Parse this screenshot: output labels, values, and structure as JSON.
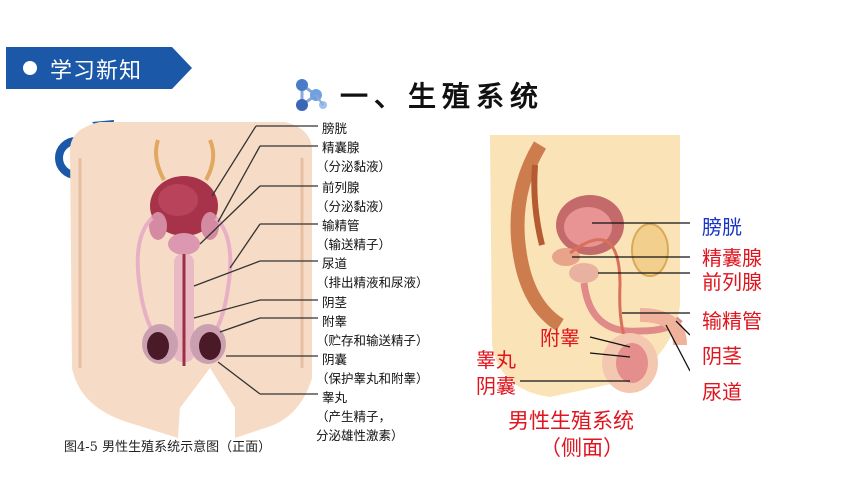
{
  "badge": {
    "label": "学习新知"
  },
  "title": "一、生殖系统",
  "front_figure": {
    "labels": [
      "膀胱",
      "精囊腺",
      "（分泌黏液）",
      "前列腺",
      "（分泌黏液）",
      "输精管",
      "（输送精子）",
      "尿道",
      "（排出精液和尿液）",
      "阴茎",
      "附睾",
      "（贮存和输送精子）",
      "阴囊",
      "（保护睾丸和附睾）",
      "睾丸",
      "（产生精子，",
      "分泌雄性激素）"
    ],
    "caption": "图4-5 男性生殖系统示意图（正面）"
  },
  "side_figure": {
    "labels": {
      "bladder": "膀胱",
      "seminal_vesicle": "精囊腺",
      "prostate": "前列腺",
      "vas_deferens": "输精管",
      "epididymis": "附睾",
      "penis": "阴茎",
      "testis": "睾丸",
      "scrotum": "阴囊",
      "urethra": "尿道"
    },
    "title": "男性生殖系统",
    "subtitle": "（侧面）"
  },
  "colors": {
    "badge_blue": "#1b58a8",
    "label_red": "#e0141e",
    "label_blue": "#1a35c6",
    "mars_blue": "#1b58a8"
  },
  "icons": [
    "mars-symbol-icon",
    "molecule-icon",
    "bullet-circle-icon"
  ]
}
